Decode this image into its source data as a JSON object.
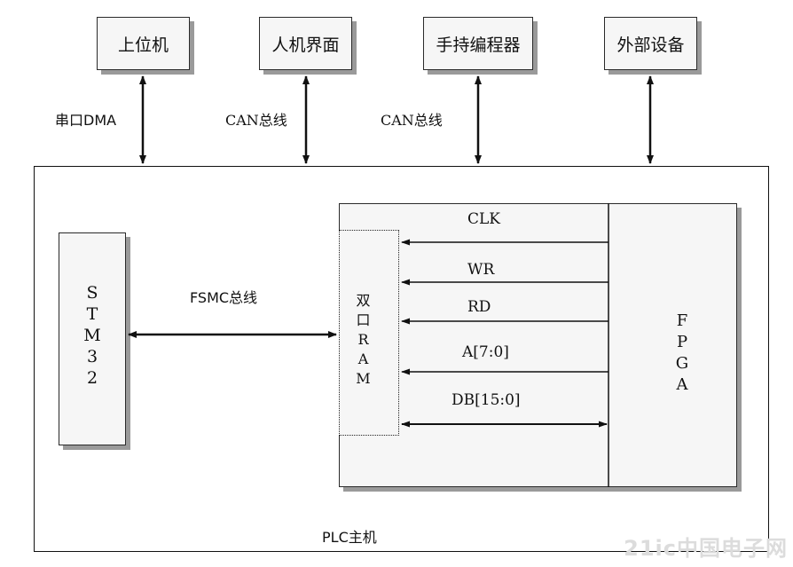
{
  "diagram": {
    "top_boxes": [
      {
        "name": "upper-computer-box",
        "label": "上位机"
      },
      {
        "name": "hmi-box",
        "label": "人机界面"
      },
      {
        "name": "handheld-programmer-box",
        "label": "手持编程器"
      },
      {
        "name": "external-device-box",
        "label": "外部设备"
      }
    ],
    "links": [
      {
        "name": "link-serial-dma",
        "label": "串口DMA"
      },
      {
        "name": "link-can-1",
        "label": "CAN总线"
      },
      {
        "name": "link-can-2",
        "label": "CAN总线"
      }
    ],
    "main_label": "PLC主机",
    "stm32": [
      "S",
      "T",
      "M",
      "3",
      "2"
    ],
    "fsmc_label": "FSMC总线",
    "dual_ram": [
      "双",
      "口",
      "R",
      "A",
      "M"
    ],
    "fpga": [
      "F",
      "P",
      "G",
      "A"
    ],
    "signals": {
      "clk": "CLK",
      "wr": "WR",
      "rd": "RD",
      "addr": "A[7:0]",
      "data": "DB[15:0]"
    },
    "watermark": "21ic中国电子网"
  }
}
